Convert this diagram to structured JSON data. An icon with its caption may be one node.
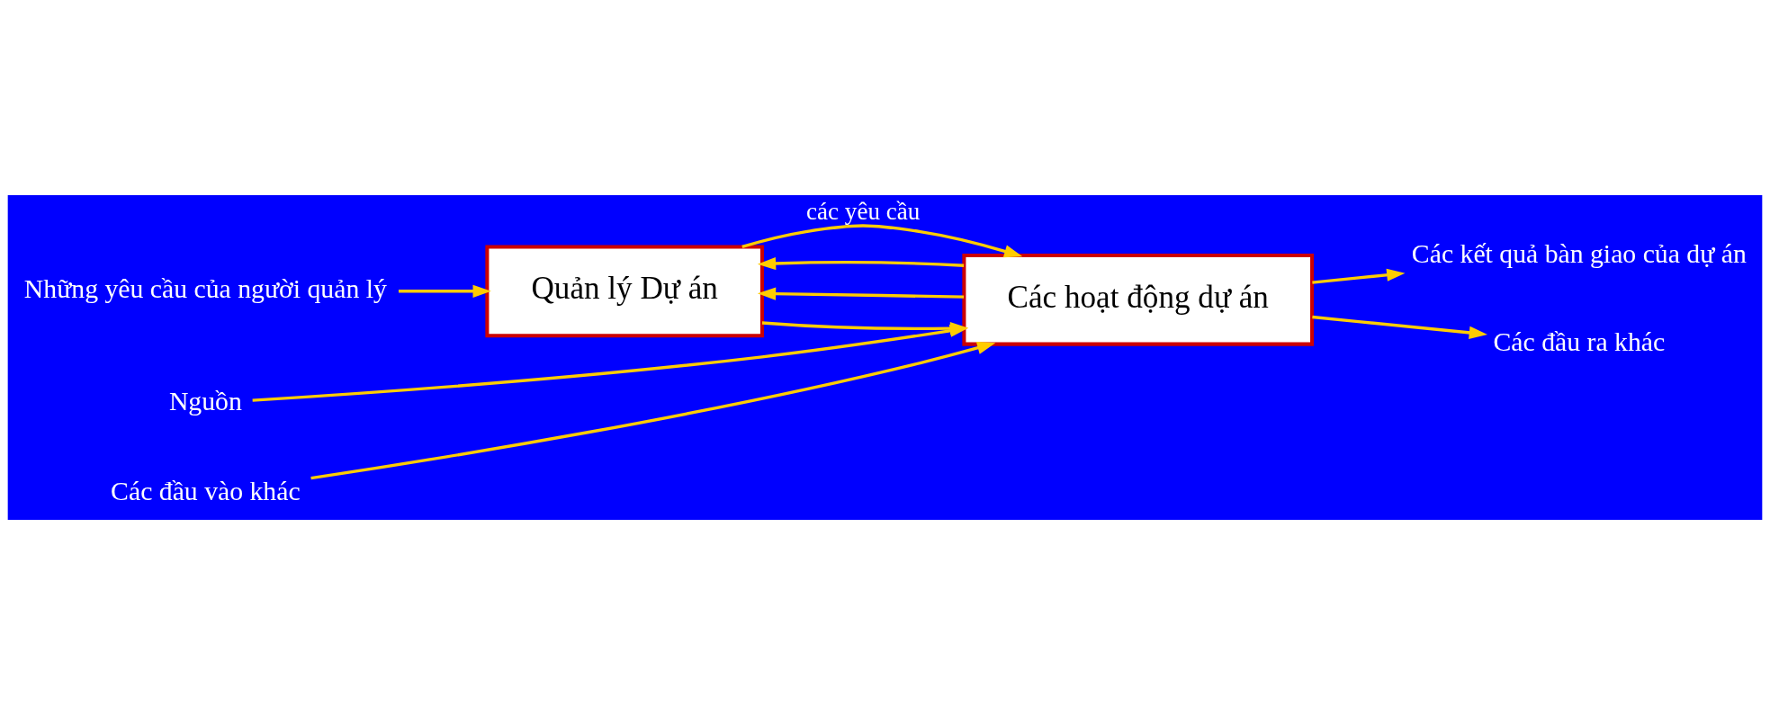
{
  "diagram": {
    "nodes": [
      {
        "text": [
          "Những yêu cầu của người quản lý"
        ]
      },
      {
        "text": [
          "Quản lý Dự án"
        ]
      },
      {
        "text": [
          "Các hoạt động dự án"
        ]
      },
      {
        "text": [
          "Nguồn"
        ]
      },
      {
        "text": [
          "Các đầu vào khác"
        ]
      },
      {
        "text": [
          "Các kết quả bàn giao của dự án"
        ]
      },
      {
        "text": [
          "Các đầu ra khác"
        ]
      }
    ],
    "edges": [
      {
        "from": 0,
        "to": 1,
        "arrow": "to"
      },
      {
        "from": 1,
        "to": 2,
        "arrow": "to",
        "label": "các yêu cầu"
      },
      {
        "from": 1,
        "to": 2,
        "arrow": "to"
      },
      {
        "from": 3,
        "to": 2,
        "arrow": "to"
      },
      {
        "from": 4,
        "to": 2,
        "arrow": "to"
      },
      {
        "from": 2,
        "to": 5,
        "arrow": "to"
      },
      {
        "from": 2,
        "to": 6,
        "arrow": "to"
      },
      {
        "from": 2,
        "to": 1,
        "arrow": "to"
      },
      {
        "from": 2,
        "to": 1,
        "arrow": "to"
      }
    ]
  }
}
